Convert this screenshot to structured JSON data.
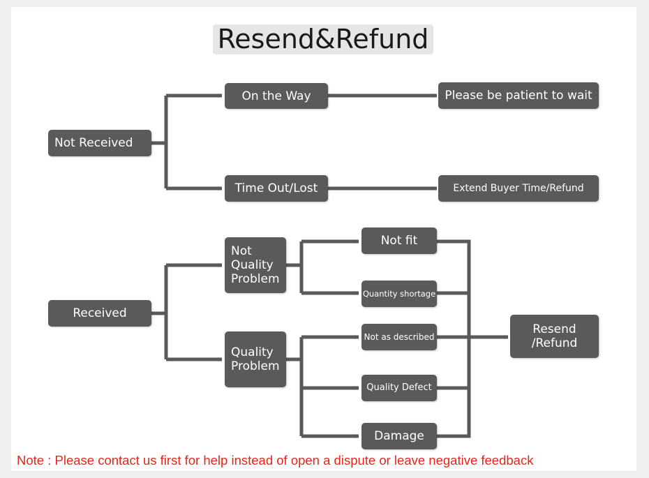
{
  "title": "Resend&Refund",
  "colors": {
    "box": "#5a5a5a",
    "line": "#5a5a5a",
    "note": "#e4261b"
  },
  "nodes": {
    "not_received": "Not Received",
    "on_the_way": "On the Way",
    "please_wait": "Please be patient to wait",
    "time_out_lost": "Time Out/Lost",
    "extend_time": "Extend Buyer Time/Refund",
    "received": "Received",
    "not_quality_problem": "Not\nQuality\nProblem",
    "quality_problem": "Quality\nProblem",
    "not_fit": "Not fit",
    "quantity_shortage": "Quantity shortage",
    "not_as_described": "Not as described",
    "quality_defect": "Quality Defect",
    "damage": "Damage",
    "resend_refund": "Resend\n/Refund"
  },
  "note": "Note : Please contact us first for help instead of open a dispute or leave negative feedback"
}
